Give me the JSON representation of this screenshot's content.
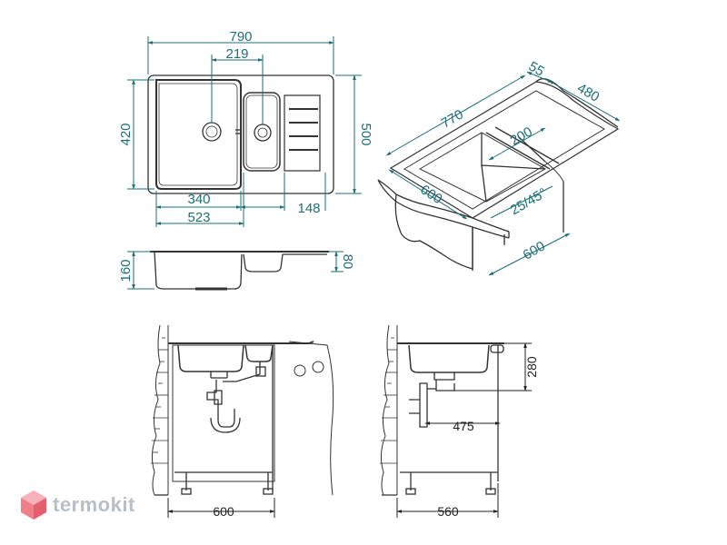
{
  "colors": {
    "dimension_line": "#1e6f73",
    "outline": "#333333",
    "brand_mark": "#f07f8a",
    "brand_text": "#b9bfc6"
  },
  "brand": {
    "name": "termokit"
  },
  "top_view": {
    "overall_width": "790",
    "bowl_spacing": "219",
    "main_bowl_width": "340",
    "small_bowl_width": "148",
    "left_to_small_bowl": "523",
    "depth_total": "500",
    "depth_bowl": "420"
  },
  "side_view": {
    "bowl_depth": "160",
    "small_bowl_depth": "80"
  },
  "perspective_view": {
    "length": "770",
    "rim": "55",
    "width": "480",
    "inner": "200",
    "cabinet_depth": "600",
    "cabinet_width": "600",
    "angle": "25/45°"
  },
  "front_section": {
    "cabinet_width": "600"
  },
  "side_section": {
    "height": "280",
    "drain_offset": "475",
    "cabinet_depth": "560"
  }
}
